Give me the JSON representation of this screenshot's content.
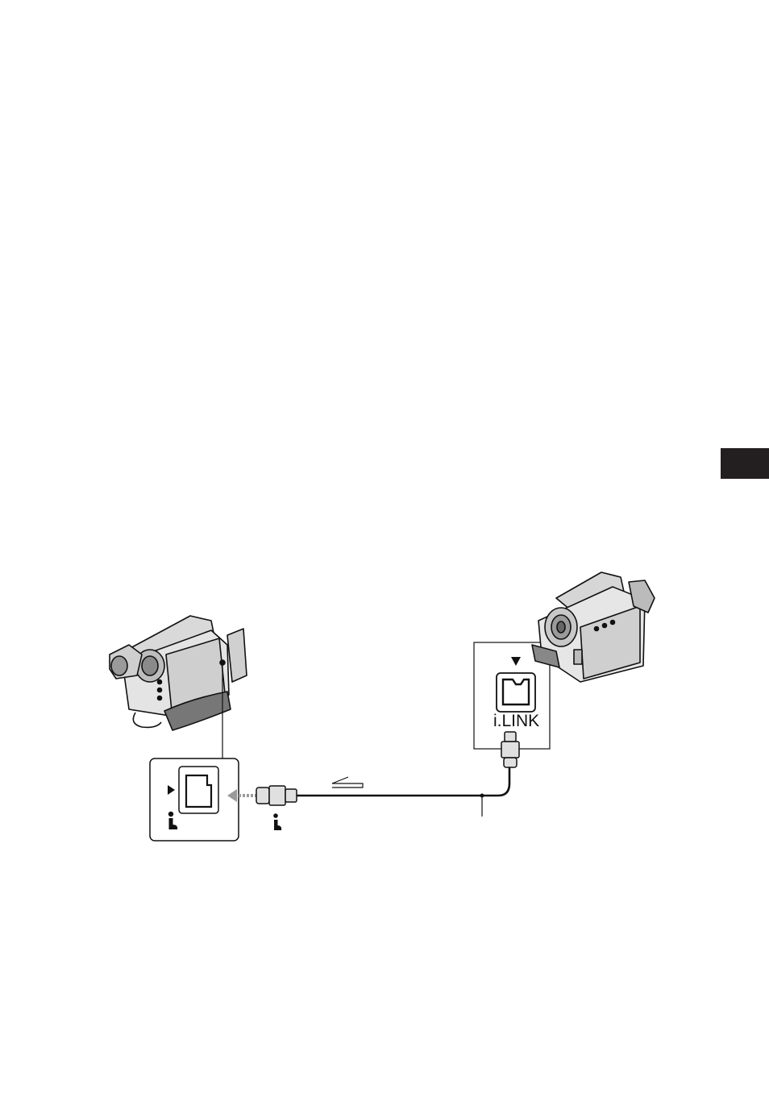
{
  "diagram": {
    "port_label": "i.LINK"
  },
  "colors": {
    "ink": "#111111",
    "camera_light": "#e6e6e6",
    "camera_mid": "#c8c8c8",
    "camera_dark": "#9a9a9a",
    "arrow_gray": "#9a9a9a",
    "section_tab": "#231f20"
  },
  "icons": [
    "camcorder-left",
    "camcorder-right",
    "dv-port-closeup",
    "ilink-port",
    "ilink-plug",
    "signal-flow-arrow"
  ]
}
